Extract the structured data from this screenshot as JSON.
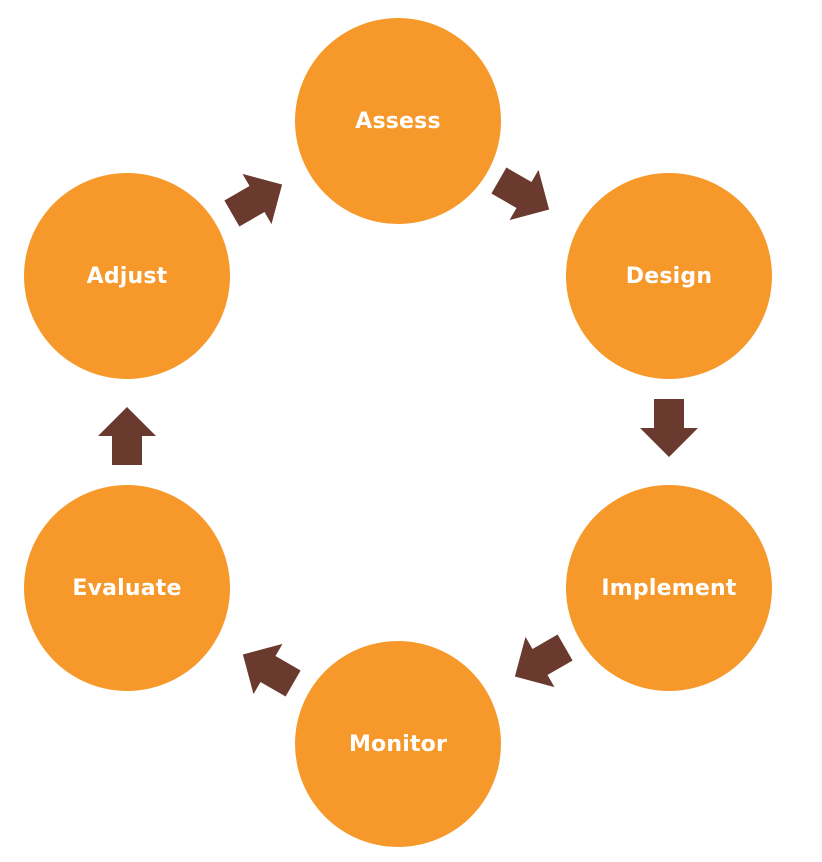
{
  "diagram": {
    "type": "cycle",
    "direction": "clockwise",
    "colors": {
      "node_fill": "#f7992a",
      "node_text": "#ffffff",
      "arrow_fill": "#6b3a2e",
      "background": "#ffffff"
    },
    "nodes": [
      {
        "id": "assess",
        "label": "Assess"
      },
      {
        "id": "design",
        "label": "Design"
      },
      {
        "id": "implement",
        "label": "Implement"
      },
      {
        "id": "monitor",
        "label": "Monitor"
      },
      {
        "id": "evaluate",
        "label": "Evaluate"
      },
      {
        "id": "adjust",
        "label": "Adjust"
      }
    ],
    "edges": [
      {
        "from": "assess",
        "to": "design"
      },
      {
        "from": "design",
        "to": "implement"
      },
      {
        "from": "implement",
        "to": "monitor"
      },
      {
        "from": "monitor",
        "to": "evaluate"
      },
      {
        "from": "evaluate",
        "to": "adjust"
      },
      {
        "from": "adjust",
        "to": "assess"
      }
    ]
  }
}
